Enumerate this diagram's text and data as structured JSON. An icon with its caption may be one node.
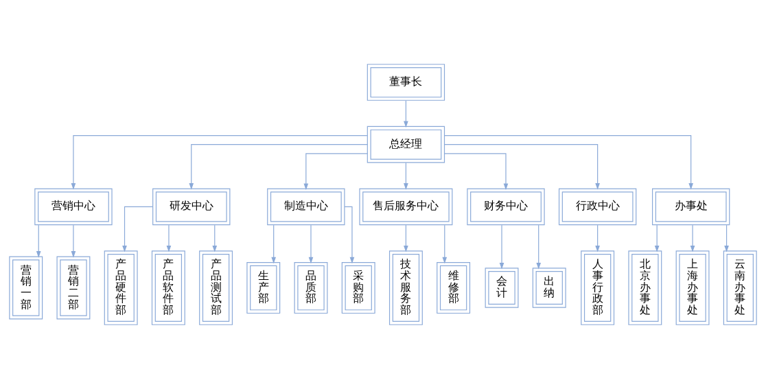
{
  "diagram": {
    "nodes": [
      {
        "text": [
          "董事长"
        ]
      },
      {
        "text": [
          "总经理"
        ]
      },
      {
        "text": [
          "营销中心"
        ]
      },
      {
        "text": [
          "研发中心"
        ]
      },
      {
        "text": [
          "制造中心"
        ]
      },
      {
        "text": [
          "售后服务中心"
        ]
      },
      {
        "text": [
          "财务中心"
        ]
      },
      {
        "text": [
          "行政中心"
        ]
      },
      {
        "text": [
          "办事处"
        ]
      },
      {
        "text": [
          "营销一部"
        ]
      },
      {
        "text": [
          "营销二部"
        ]
      },
      {
        "text": [
          "产品硬件部"
        ]
      },
      {
        "text": [
          "产品软件部"
        ]
      },
      {
        "text": [
          "产品测试部"
        ]
      },
      {
        "text": [
          "生产部"
        ]
      },
      {
        "text": [
          "品质部"
        ]
      },
      {
        "text": [
          "采购部"
        ]
      },
      {
        "text": [
          "技术服务部"
        ]
      },
      {
        "text": [
          "维修部"
        ]
      },
      {
        "text": [
          "会计"
        ]
      },
      {
        "text": [
          "出纳"
        ]
      },
      {
        "text": [
          "人事行政部"
        ]
      },
      {
        "text": [
          "北京办事处"
        ]
      },
      {
        "text": [
          "上海办事处"
        ]
      },
      {
        "text": [
          "云南办事处"
        ]
      }
    ],
    "edges": [
      {
        "from": 0,
        "to": 1,
        "arrow": "to"
      },
      {
        "from": 1,
        "to": 2,
        "arrow": "to"
      },
      {
        "from": 1,
        "to": 3,
        "arrow": "to"
      },
      {
        "from": 1,
        "to": 4,
        "arrow": "to"
      },
      {
        "from": 1,
        "to": 5,
        "arrow": "to"
      },
      {
        "from": 1,
        "to": 6,
        "arrow": "to"
      },
      {
        "from": 1,
        "to": 7,
        "arrow": "to"
      },
      {
        "from": 1,
        "to": 8,
        "arrow": "to"
      },
      {
        "from": 2,
        "to": 9,
        "arrow": "to"
      },
      {
        "from": 2,
        "to": 10,
        "arrow": "to"
      },
      {
        "from": 3,
        "to": 11,
        "arrow": "to"
      },
      {
        "from": 3,
        "to": 12,
        "arrow": "to"
      },
      {
        "from": 3,
        "to": 13,
        "arrow": "to"
      },
      {
        "from": 4,
        "to": 14,
        "arrow": "to"
      },
      {
        "from": 4,
        "to": 15,
        "arrow": "to"
      },
      {
        "from": 4,
        "to": 16,
        "arrow": "to"
      },
      {
        "from": 5,
        "to": 17,
        "arrow": "to"
      },
      {
        "from": 5,
        "to": 18,
        "arrow": "to"
      },
      {
        "from": 6,
        "to": 19,
        "arrow": "to"
      },
      {
        "from": 6,
        "to": 20,
        "arrow": "to"
      },
      {
        "from": 7,
        "to": 21,
        "arrow": "to"
      },
      {
        "from": 8,
        "to": 22,
        "arrow": "to"
      },
      {
        "from": 8,
        "to": 23,
        "arrow": "to"
      },
      {
        "from": 8,
        "to": 24,
        "arrow": "to"
      }
    ]
  }
}
